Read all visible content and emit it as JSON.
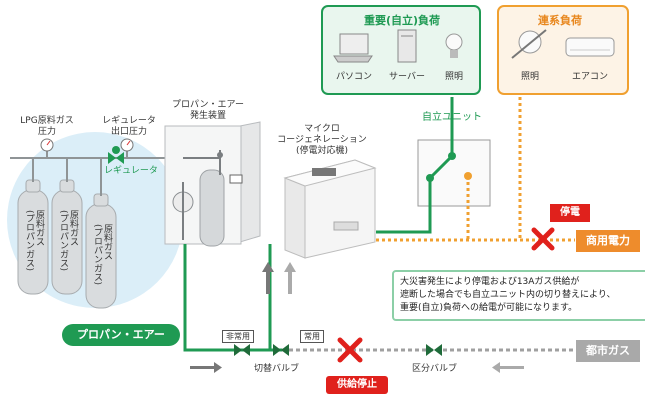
{
  "critical_load": {
    "title": "重要(自立)負荷",
    "pc": "パソコン",
    "server": "サーバー",
    "light": "照明"
  },
  "grid_load": {
    "title": "連系負荷",
    "light": "照明",
    "aircon": "エアコン"
  },
  "self_unit": "自立ユニット",
  "lpg_pressure": "LPG原料ガス\n圧力",
  "regulator_pressure": "レギュレータ\n出口圧力",
  "regulator": "レギュレータ",
  "propane_air_generator": "プロパン・エアー\n発生装置",
  "micro_cogen": "マイクロ\nコージェネレーション\n(停電対応機)",
  "cylinder_label": "原料ガス\n(プロパンガス)",
  "propane_air_tag": "プロパン・エアー",
  "outage": "停電",
  "grid_power": "商用電力",
  "emergency": "非常用",
  "normal": "常用",
  "switch_valve": "切替バルブ",
  "supply_stop": "供給停止",
  "section_valve": "区分バルブ",
  "city_gas": "都市ガス",
  "note": "大災害発生により停電および13Aガス供給が\n遮断した場合でも自立ユニット内の切り替えにより、\n重要(自立)負荷への給電が可能になります。",
  "colors": {
    "green": "#1f9a53",
    "orange": "#f0a030",
    "red": "#e0211c",
    "gray": "#a0a0a0"
  }
}
